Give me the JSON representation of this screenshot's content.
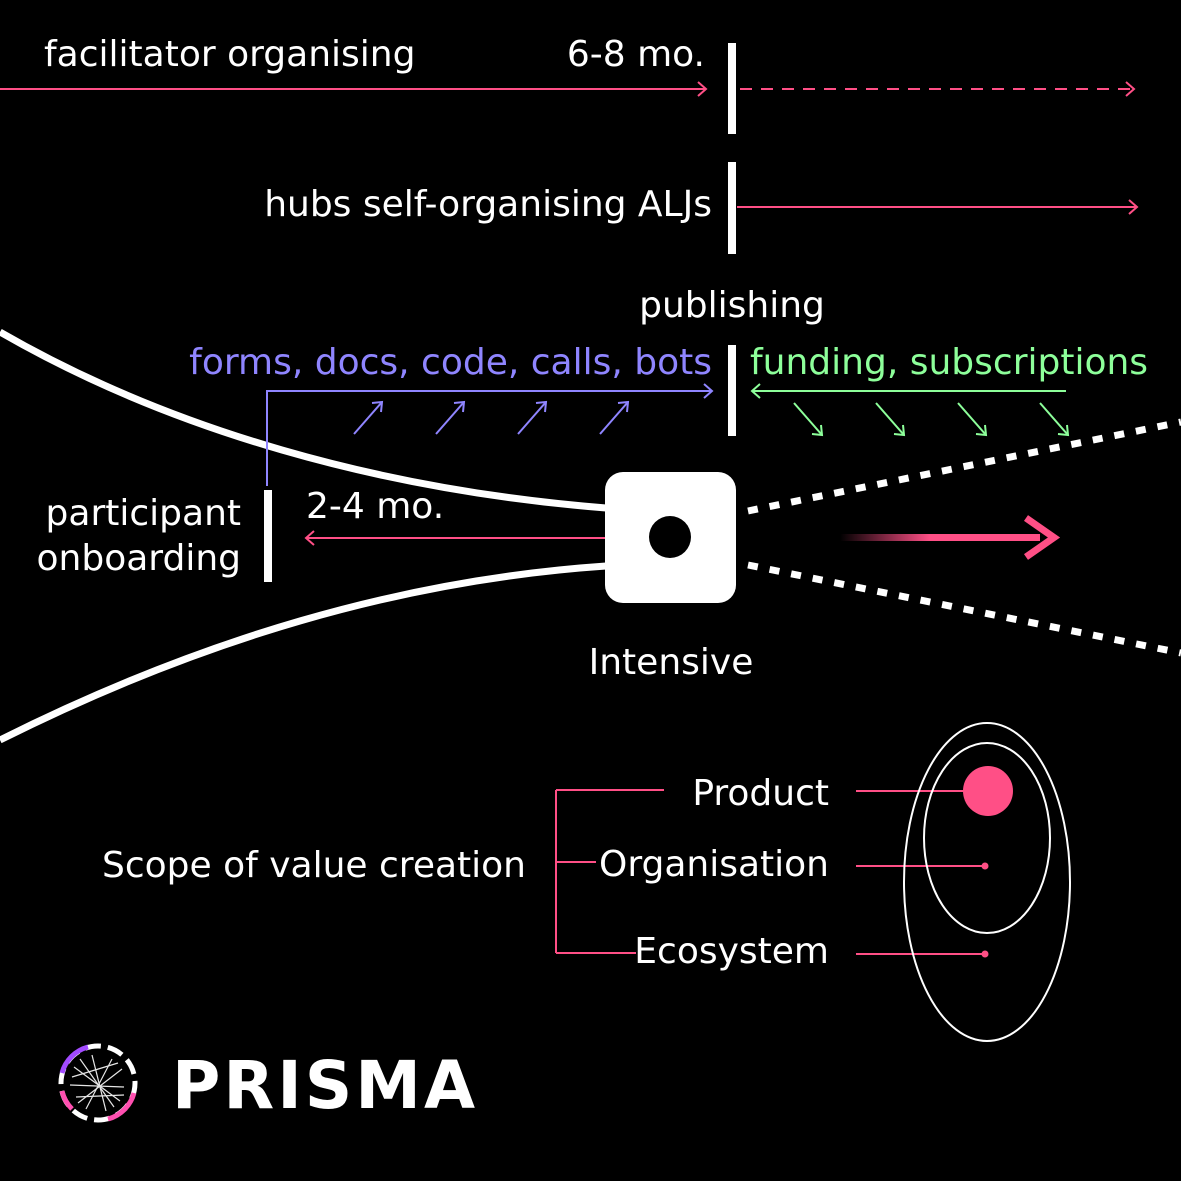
{
  "colors": {
    "background": "#000000",
    "white": "#ffffff",
    "pink": "#ff4f86",
    "purple": "#8f85ff",
    "green": "#8dff9a"
  },
  "timeline": {
    "facilitator_label": "facilitator organising",
    "facilitator_duration": "6-8 mo.",
    "hubs_label": "hubs self-organising ALJs",
    "publishing_label": "publishing",
    "inputs_label": "forms, docs, code, calls, bots",
    "funding_label": "funding, subscriptions",
    "onboarding_line1": "participant",
    "onboarding_line2": "onboarding",
    "onboarding_duration": "2-4 mo.",
    "intensive_label": "Intensive"
  },
  "scope": {
    "title": "Scope of value creation",
    "items": [
      "Product",
      "Organisation",
      "Ecosystem"
    ]
  },
  "brand": {
    "logo_text": "PRISMA"
  }
}
